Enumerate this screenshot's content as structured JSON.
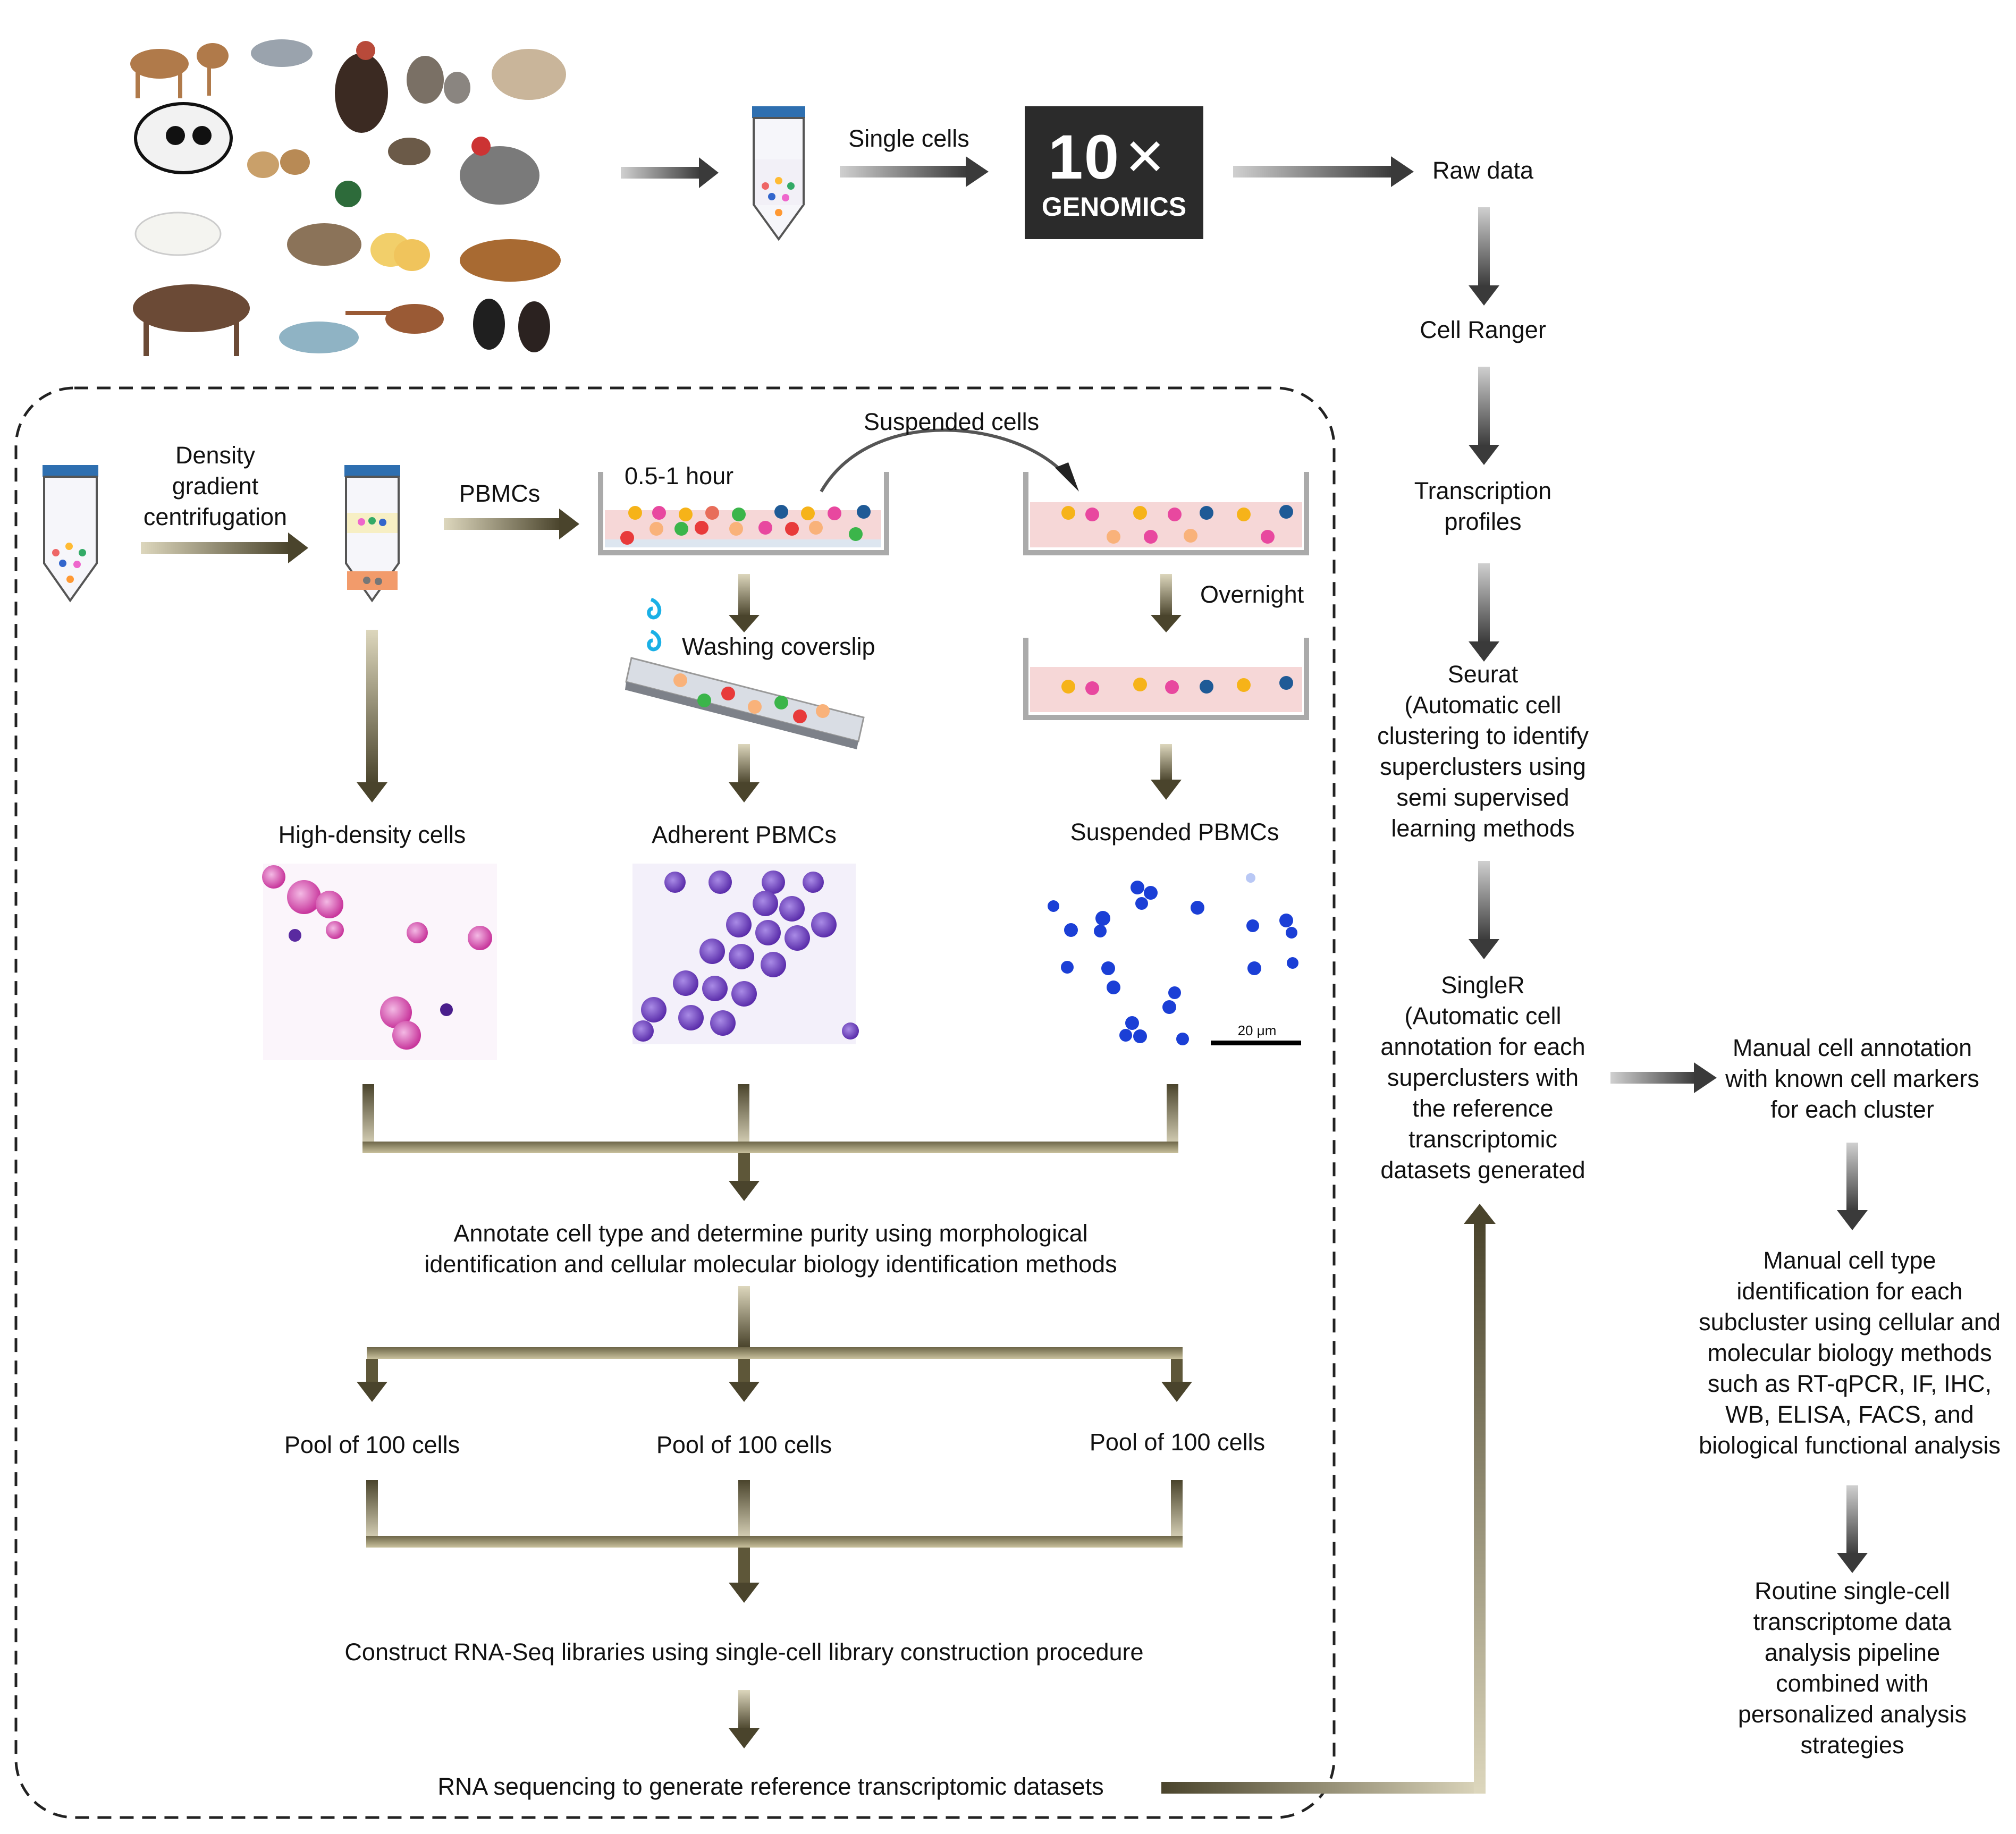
{
  "top": {
    "single_cells": "Single cells",
    "tenx_number": "10",
    "tenx_company": "GENOMICS",
    "raw_data": "Raw data"
  },
  "pipeline": {
    "cell_ranger": "Cell Ranger",
    "transcription_profiles": [
      "Transcription",
      "profiles"
    ],
    "seurat": [
      "Seurat",
      "(Automatic cell",
      "clustering to identify",
      "superclusters using",
      "semi supervised",
      "learning methods"
    ],
    "singler": [
      "SingleR",
      "(Automatic cell",
      "annotation for each",
      "superclusters with",
      "the reference",
      "transcriptomic",
      "datasets generated"
    ],
    "manual_annotation": [
      "Manual cell annotation",
      "with known cell markers",
      "for each cluster"
    ],
    "manual_identification": [
      "Manual cell type",
      "identification for each",
      "subcluster using cellular and",
      "molecular biology methods",
      "such as RT-qPCR, IF, IHC,",
      "WB, ELISA, FACS, and",
      "biological functional analysis"
    ],
    "routine": [
      "Routine single-cell",
      "transcriptome data",
      "analysis pipeline",
      "combined with",
      "personalized analysis",
      "strategies"
    ]
  },
  "lab": {
    "density_gradient": [
      "Density",
      "gradient",
      "centrifugation"
    ],
    "pbmcs": "PBMCs",
    "suspended_cells": "Suspended  cells",
    "time": "0.5-1 hour",
    "overnight": "Overnight",
    "washing_coverslip": "Washing coverslip",
    "high_density_cells": "High-density cells",
    "adherent_pbmcs": "Adherent  PBMCs",
    "suspended_pbmcs": "Suspended  PBMCs",
    "scale_bar": "20 μm",
    "annotate": [
      "Annotate  cell  type  and  determine  purity  using  morphological",
      "identification  and  cellular  molecular  biology  identification  methods"
    ],
    "pool_1": "Pool  of  100  cells",
    "pool_2": "Pool  of  100  cells",
    "pool_3": "Pool  of  100  cells",
    "construct": "Construct  RNA-Seq  libraries  using  single-cell  library  construction  procedure",
    "rna_seq": "RNA  sequencing  to  generate  reference  transcriptomic  datasets"
  },
  "colors": {
    "olive": "#7d7350",
    "olive_light": "#d8d2b6",
    "dark": "#3a3a3a",
    "tube_cap": "#2e6fb0",
    "dish_fill": "#f6d7d7",
    "giemsa_pink": "#d23aa8",
    "giemsa_purple": "#6f3cc4",
    "blue_stain": "#1b3fd6"
  }
}
